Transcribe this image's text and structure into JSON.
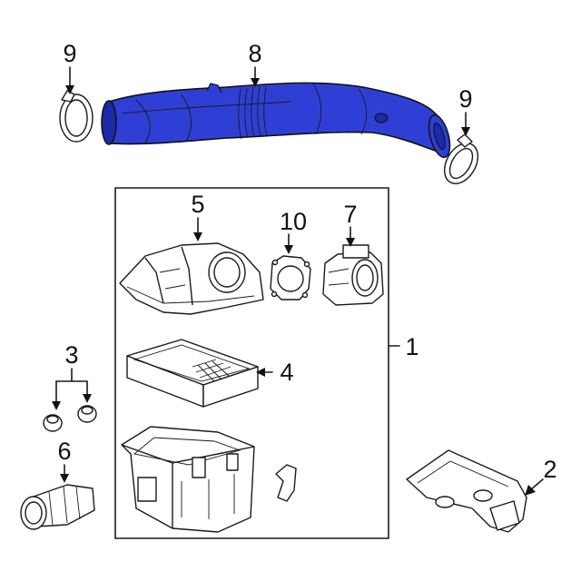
{
  "colors": {
    "highlight": "#2f3fd6",
    "highlight_shade": "#1c2aa8",
    "line": "#1a1a1a"
  },
  "callouts": {
    "c1": "1",
    "c2": "2",
    "c3": "3",
    "c4": "4",
    "c5": "5",
    "c6": "6",
    "c7": "7",
    "c8": "8",
    "c9a": "9",
    "c9b": "9",
    "c10": "10"
  }
}
